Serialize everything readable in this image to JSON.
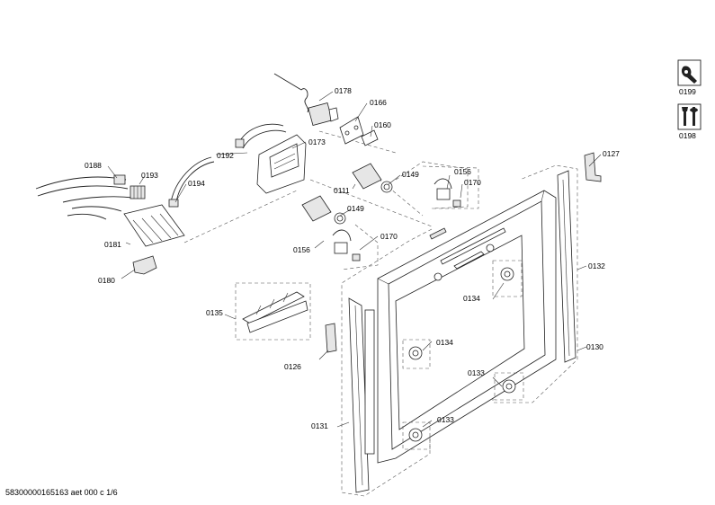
{
  "labels": {
    "p0178": "0178",
    "p0166": "0166",
    "p0160": "0160",
    "p0173": "0173",
    "p0192": "0192",
    "p0188": "0188",
    "p0193": "0193",
    "p0194": "0194",
    "p0181": "0181",
    "p0180": "0180",
    "p0149a": "0149",
    "p0111": "0111",
    "p0149b": "0149",
    "p0156a": "0156",
    "p0170a": "0170",
    "p0156b": "0156",
    "p0170b": "0170",
    "p0127": "0127",
    "p0132": "0132",
    "p0134a": "0134",
    "p0135": "0135",
    "p0126": "0126",
    "p0134b": "0134",
    "p0133a": "0133",
    "p0130": "0130",
    "p0131": "0131",
    "p0133b": "0133",
    "p0199": "0199",
    "p0198": "0198"
  },
  "footer": "58300000165163 aet 000 c 1/6",
  "icons": [
    "wrench-icon",
    "tools-icon"
  ]
}
